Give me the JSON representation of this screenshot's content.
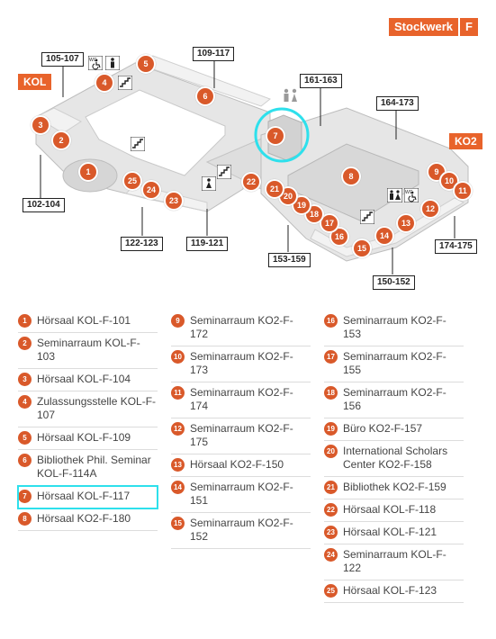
{
  "floor": {
    "label": "Stockwerk",
    "letter": "F"
  },
  "wings": {
    "left": "KOL",
    "right": "KO2"
  },
  "range_labels": [
    "105-107",
    "109-117",
    "161-163",
    "164-173",
    "102-104",
    "122-123",
    "119-121",
    "153-159",
    "150-152",
    "174-175"
  ],
  "map_pins": [
    "1",
    "2",
    "3",
    "4",
    "5",
    "6",
    "7",
    "8",
    "9",
    "10",
    "11",
    "12",
    "13",
    "14",
    "15",
    "16",
    "17",
    "18",
    "19",
    "20",
    "21",
    "22",
    "23",
    "24",
    "25"
  ],
  "icons": [
    "wheelchair-icon",
    "restroom-icon",
    "stairs-icon",
    "elevator-icon",
    "highlight-circle"
  ],
  "wc_label": "WC",
  "colors": {
    "accent": "#e8632b",
    "highlight": "#2ee0ec"
  },
  "highlighted_room": "7",
  "legend": [
    [
      {
        "n": "1",
        "t": "Hörsaal KOL-F-101"
      },
      {
        "n": "2",
        "t": "Seminarraum KOL-F-103"
      },
      {
        "n": "3",
        "t": "Hörsaal KOL-F-104"
      },
      {
        "n": "4",
        "t": "Zulassungsstelle KOL-F-107"
      },
      {
        "n": "5",
        "t": "Hörsaal KOL-F-109"
      },
      {
        "n": "6",
        "t": "Bibliothek Phil. Seminar KOL-F-114A"
      },
      {
        "n": "7",
        "t": "Hörsaal KOL-F-117"
      },
      {
        "n": "8",
        "t": "Hörsaal KO2-F-180"
      }
    ],
    [
      {
        "n": "9",
        "t": "Seminarraum KO2-F-172"
      },
      {
        "n": "10",
        "t": "Seminarraum KO2-F-173"
      },
      {
        "n": "11",
        "t": "Seminarraum KO2-F-174"
      },
      {
        "n": "12",
        "t": "Seminarraum KO2-F-175"
      },
      {
        "n": "13",
        "t": "Hörsaal KO2-F-150"
      },
      {
        "n": "14",
        "t": "Seminarraum KO2-F-151"
      },
      {
        "n": "15",
        "t": "Seminarraum KO2-F-152"
      }
    ],
    [
      {
        "n": "16",
        "t": "Seminarraum KO2-F-153"
      },
      {
        "n": "17",
        "t": "Seminarraum KO2-F-155"
      },
      {
        "n": "18",
        "t": "Seminarraum KO2-F-156"
      },
      {
        "n": "19",
        "t": "Büro KO2-F-157"
      },
      {
        "n": "20",
        "t": "International Scholars Center KO2-F-158"
      },
      {
        "n": "21",
        "t": "Bibliothek KO2-F-159"
      },
      {
        "n": "22",
        "t": "Hörsaal KOL-F-118"
      },
      {
        "n": "23",
        "t": "Hörsaal KOL-F-121"
      },
      {
        "n": "24",
        "t": "Seminarraum KOL-F-122"
      },
      {
        "n": "25",
        "t": "Hörsaal KOL-F-123"
      }
    ]
  ]
}
